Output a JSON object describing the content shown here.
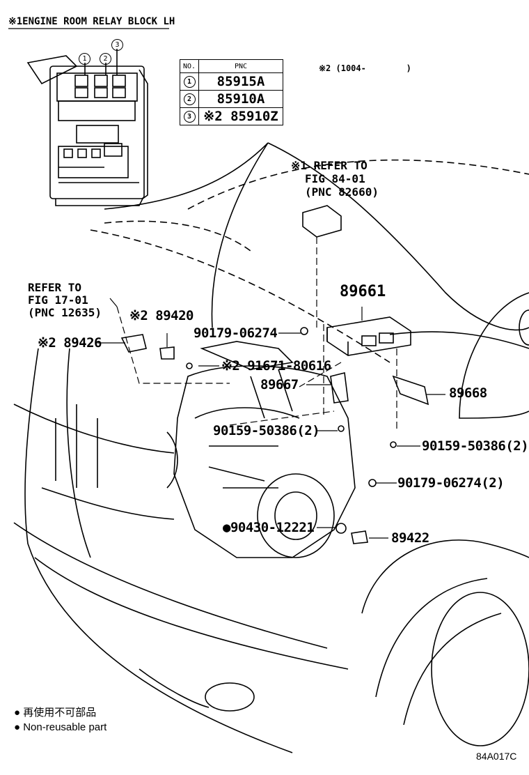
{
  "title": "※1ENGINE ROOM RELAY BLOCK LH",
  "relay_callouts": [
    "1",
    "2",
    "3"
  ],
  "table": {
    "headers": [
      "NO.",
      "PNC"
    ],
    "rows": [
      {
        "no": "1",
        "pnc": "85915A"
      },
      {
        "no": "2",
        "pnc": "85910A"
      },
      {
        "no": "3",
        "pnc": "※2 85910Z"
      }
    ]
  },
  "footnote_2": "※2 (1004-        )",
  "refer_ecu": [
    "※1 REFER TO",
    "FIG 84-01",
    "(PNC 82660)"
  ],
  "refer_left": [
    "REFER TO",
    "FIG 17-01",
    "(PNC 12635)"
  ],
  "parts": {
    "p89661": "89661",
    "p89420": "※2 89420",
    "p89426": "※2 89426",
    "p90179a": "90179-06274",
    "p91671": "※2 91671-80616",
    "p89667": "89667",
    "p89668": "89668",
    "p90159a": "90159-50386(2)",
    "p90159b": "90159-50386(2)",
    "p90179b": "90179-06274(2)",
    "p90430": "●90430-12221",
    "p89422": "89422"
  },
  "legend": [
    "● 再使用不可部品",
    "● Non-reusable part"
  ],
  "figure_id": "84A017C"
}
